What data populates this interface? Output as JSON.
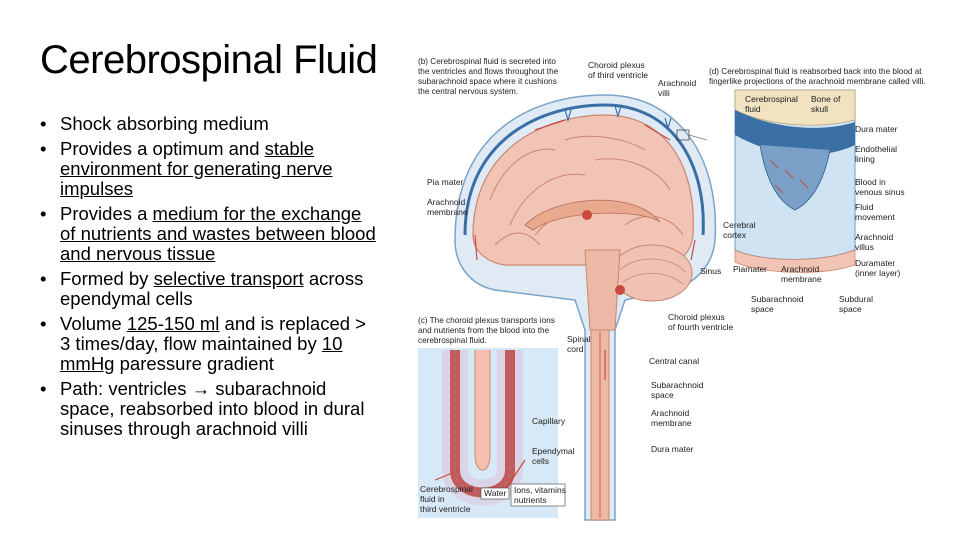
{
  "slide": {
    "title": "Cerebrospinal Fluid",
    "bullets": [
      {
        "parts": [
          {
            "text": "Shock absorbing medium",
            "u": false
          }
        ]
      },
      {
        "parts": [
          {
            "text": "Provides a optimum and ",
            "u": false
          },
          {
            "text": "stable environment for generating nerve impulses",
            "u": true
          }
        ]
      },
      {
        "parts": [
          {
            "text": "Provides a ",
            "u": false
          },
          {
            "text": "medium for the exchange of nutrients and wastes between blood and nervous tissue",
            "u": true
          }
        ]
      },
      {
        "parts": [
          {
            "text": "Formed by ",
            "u": false
          },
          {
            "text": "selective transport",
            "u": true
          },
          {
            "text": " across ependymal cells",
            "u": false
          }
        ]
      },
      {
        "parts": [
          {
            "text": "Volume ",
            "u": false
          },
          {
            "text": "125-150 ml",
            "u": true
          },
          {
            "text": " and is replaced > 3 times/day, flow maintained by ",
            "u": false
          },
          {
            "text": "10 mmHg",
            "u": true
          },
          {
            "text": " paressure gradient",
            "u": false
          }
        ]
      },
      {
        "parts": [
          {
            "text": "Path: ventricles → subarachnoid space, reabsorbed into blood in dural sinuses through arachnoid villi",
            "u": false
          }
        ]
      }
    ]
  },
  "figure": {
    "caption_b": [
      "(b) Cerebrospinal fluid is secreted into",
      "the ventricles and flows throughout the",
      "subarachnoid space where it cushions",
      "the central nervous system."
    ],
    "caption_c": [
      "(c) The choroid plexus transports ions",
      "and nutrients from the blood into the",
      "cerebrospinal fluid."
    ],
    "caption_d": [
      "(d) Cerebrospinal fluid is reabsorbed back into the blood at",
      "fingerlike projections of the arachnoid membrane called villi."
    ],
    "labels": {
      "choroid_third": [
        "Choroid plexus",
        "of third ventricle"
      ],
      "arachnoid_villi": [
        "Arachnoid",
        "villi"
      ],
      "csf_d": [
        "Cerebrospinal",
        "fluid"
      ],
      "bone_skull": [
        "Bone of",
        "skull"
      ],
      "dura_mater_d": "Dura mater",
      "endothelial": [
        "Endothelial",
        "lining"
      ],
      "blood_sinus": [
        "Blood in",
        "venous sinus"
      ],
      "fluid_movement": [
        "Fluid",
        "movement"
      ],
      "arachnoid_villus": [
        "Arachnoid",
        "villus"
      ],
      "cerebral_cortex": [
        "Cerebral",
        "cortex"
      ],
      "duramater_inner": [
        "Duramater",
        "(inner layer)"
      ],
      "pia_mater": "Pia mater",
      "arachnoid_membrane": [
        "Arachnoid",
        "membrane"
      ],
      "sinus": "Sinus",
      "piamater": "Piamater",
      "arachnoid_membrane_d": [
        "Arachnoid",
        "membrane"
      ],
      "subarachnoid_space_d": [
        "Subarachnoid",
        "space"
      ],
      "subdural_space": [
        "Subdural",
        "space"
      ],
      "choroid_fourth": [
        "Choroid plexus",
        "of fourth ventricle"
      ],
      "spinal_cord": [
        "Spinal",
        "cord"
      ],
      "central_canal": "Central canal",
      "subarachnoid_space": [
        "Subarachnoid",
        "space"
      ],
      "arachnoid_membrane_s": [
        "Arachnoid",
        "membrane"
      ],
      "capillary": "Capillary",
      "dura_mater_s": "Dura mater",
      "ependymal": [
        "Ependymal",
        "cells"
      ],
      "csf_third": [
        "Cerebrospinal",
        "fluid in",
        "third ventricle"
      ],
      "water": "Water",
      "ions": [
        "Ions, vitamins",
        "nutrients"
      ]
    }
  },
  "colors": {
    "brain_pink": "#f2c4b6",
    "brain_fold": "#c9866f",
    "csf_blue": "#cfe3f3",
    "csf_blue_dark": "#6a9ccc",
    "bone": "#f1e3c2",
    "blood_red": "#c94a3d",
    "ependymal": "#d9d4e8"
  }
}
